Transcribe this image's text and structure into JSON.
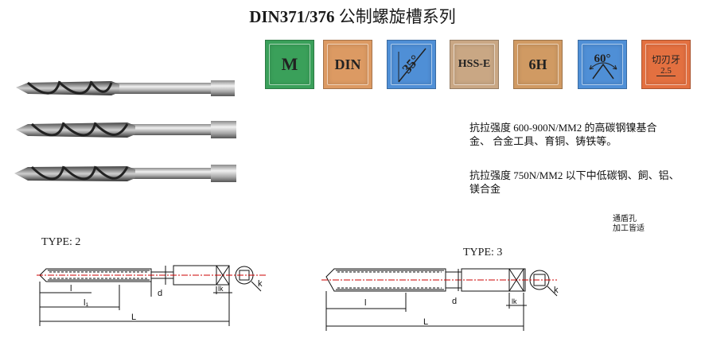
{
  "title": {
    "bold": "DIN371/376",
    "rest": " 公制螺旋槽系列"
  },
  "badges": [
    {
      "label": "M",
      "color": "#3aa05a"
    },
    {
      "label": "DIN",
      "color": "#dc9a63"
    },
    {
      "label": "35°",
      "color": "#4f8fd6"
    },
    {
      "label": "HSS-E",
      "color": "#c9a784"
    },
    {
      "label": "6H",
      "color": "#d09a63"
    },
    {
      "label": "60°",
      "color": "#4f8fd6"
    },
    {
      "label": "切刃牙",
      "sub": "2.5",
      "color": "#e37040"
    }
  ],
  "descriptions": {
    "line1": "抗拉强度 600-900N/MM2 的高碳钢镍基合",
    "line2": "金、 合金工具、育铜、铸铁等。",
    "line3": "抗拉强度 750N/MM2 以下中低碳钢、飼、铝、",
    "line4": "镁合金"
  },
  "note": {
    "line1": "通盾孔",
    "line2": "加工皆适"
  },
  "types": {
    "left": "TYPE: 2",
    "right": "TYPE: 3"
  },
  "dims": {
    "l": "l",
    "l1": "l₁",
    "L": "L",
    "d": "d",
    "lk": "lk",
    "k": "k"
  }
}
